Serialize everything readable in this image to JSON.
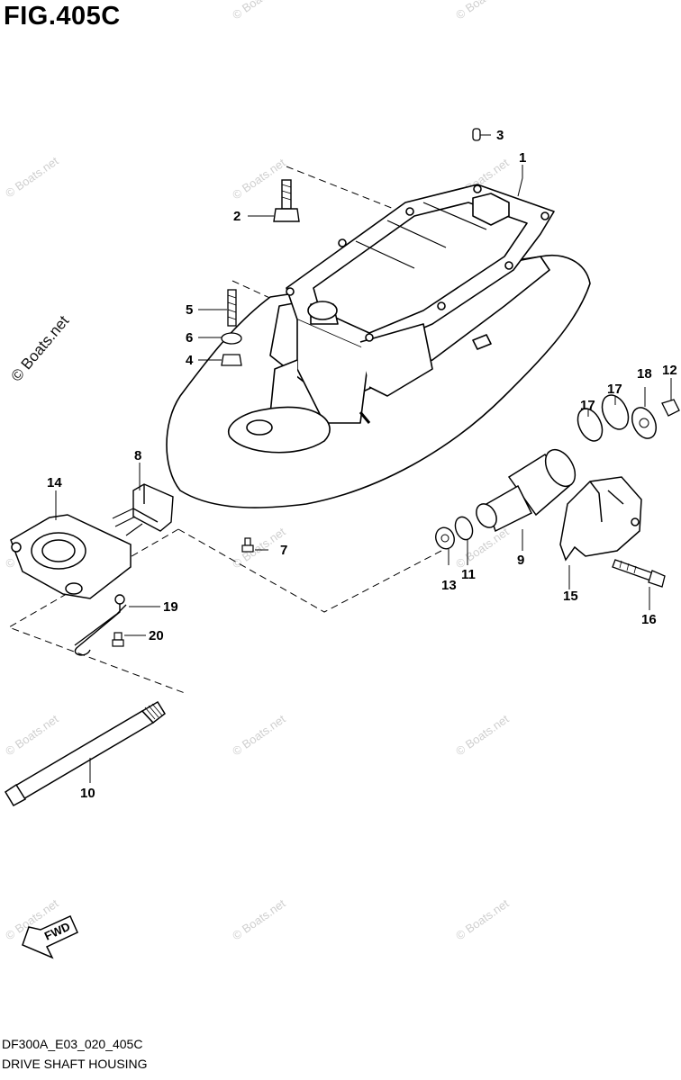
{
  "title": "FIG.405C",
  "watermark": "© Boats.net",
  "fwd_label": "FWD",
  "callouts": [
    "1",
    "2",
    "3",
    "4",
    "5",
    "6",
    "7",
    "8",
    "9",
    "10",
    "11",
    "12",
    "13",
    "14",
    "15",
    "16",
    "17",
    "17",
    "18",
    "19",
    "20"
  ],
  "footer": {
    "code": "DF300A_E03_020_405C",
    "name": "DRIVE SHAFT HOUSING"
  }
}
